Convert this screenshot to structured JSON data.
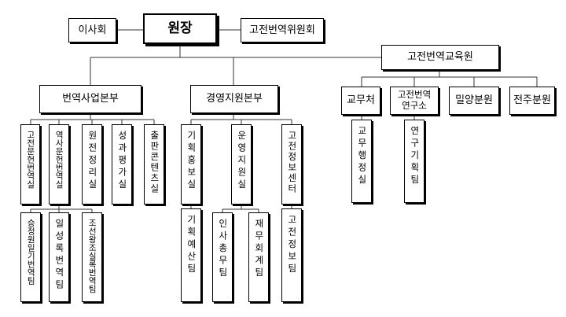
{
  "org": {
    "director": "원장",
    "board": "이사회",
    "committee": "고전번역위원회",
    "education_institute": "고전번역교육원",
    "hq_translation": "번역사업본부",
    "hq_management": "경영지원본부",
    "edu_affairs": "교무처",
    "edu_research": "고전번역\n연구소",
    "branch_miryang": "밀양분원",
    "branch_jeonju": "전주분원",
    "dept_classics": "고전문헌번역실",
    "dept_history": "역사문헌번역실",
    "dept_editing": "원전정리실",
    "dept_evaluation": "성과평가실",
    "dept_contents": "출판콘텐츠실",
    "team_seungjeongwon": "승정원일기번역팀",
    "team_ilseongnok": "일성록번역팀",
    "team_annals": "조선왕조실록번역팀",
    "dept_planning": "기획홍보실",
    "dept_operations": "운영지원실",
    "dept_info_center": "고전정보센터",
    "team_planning_budget": "기획예산팀",
    "team_hr_general": "인사총무팀",
    "team_finance": "재무회계팀",
    "team_info": "고전정보팀",
    "team_academic": "교무행정실",
    "team_research_planning": "연구기획팀"
  }
}
